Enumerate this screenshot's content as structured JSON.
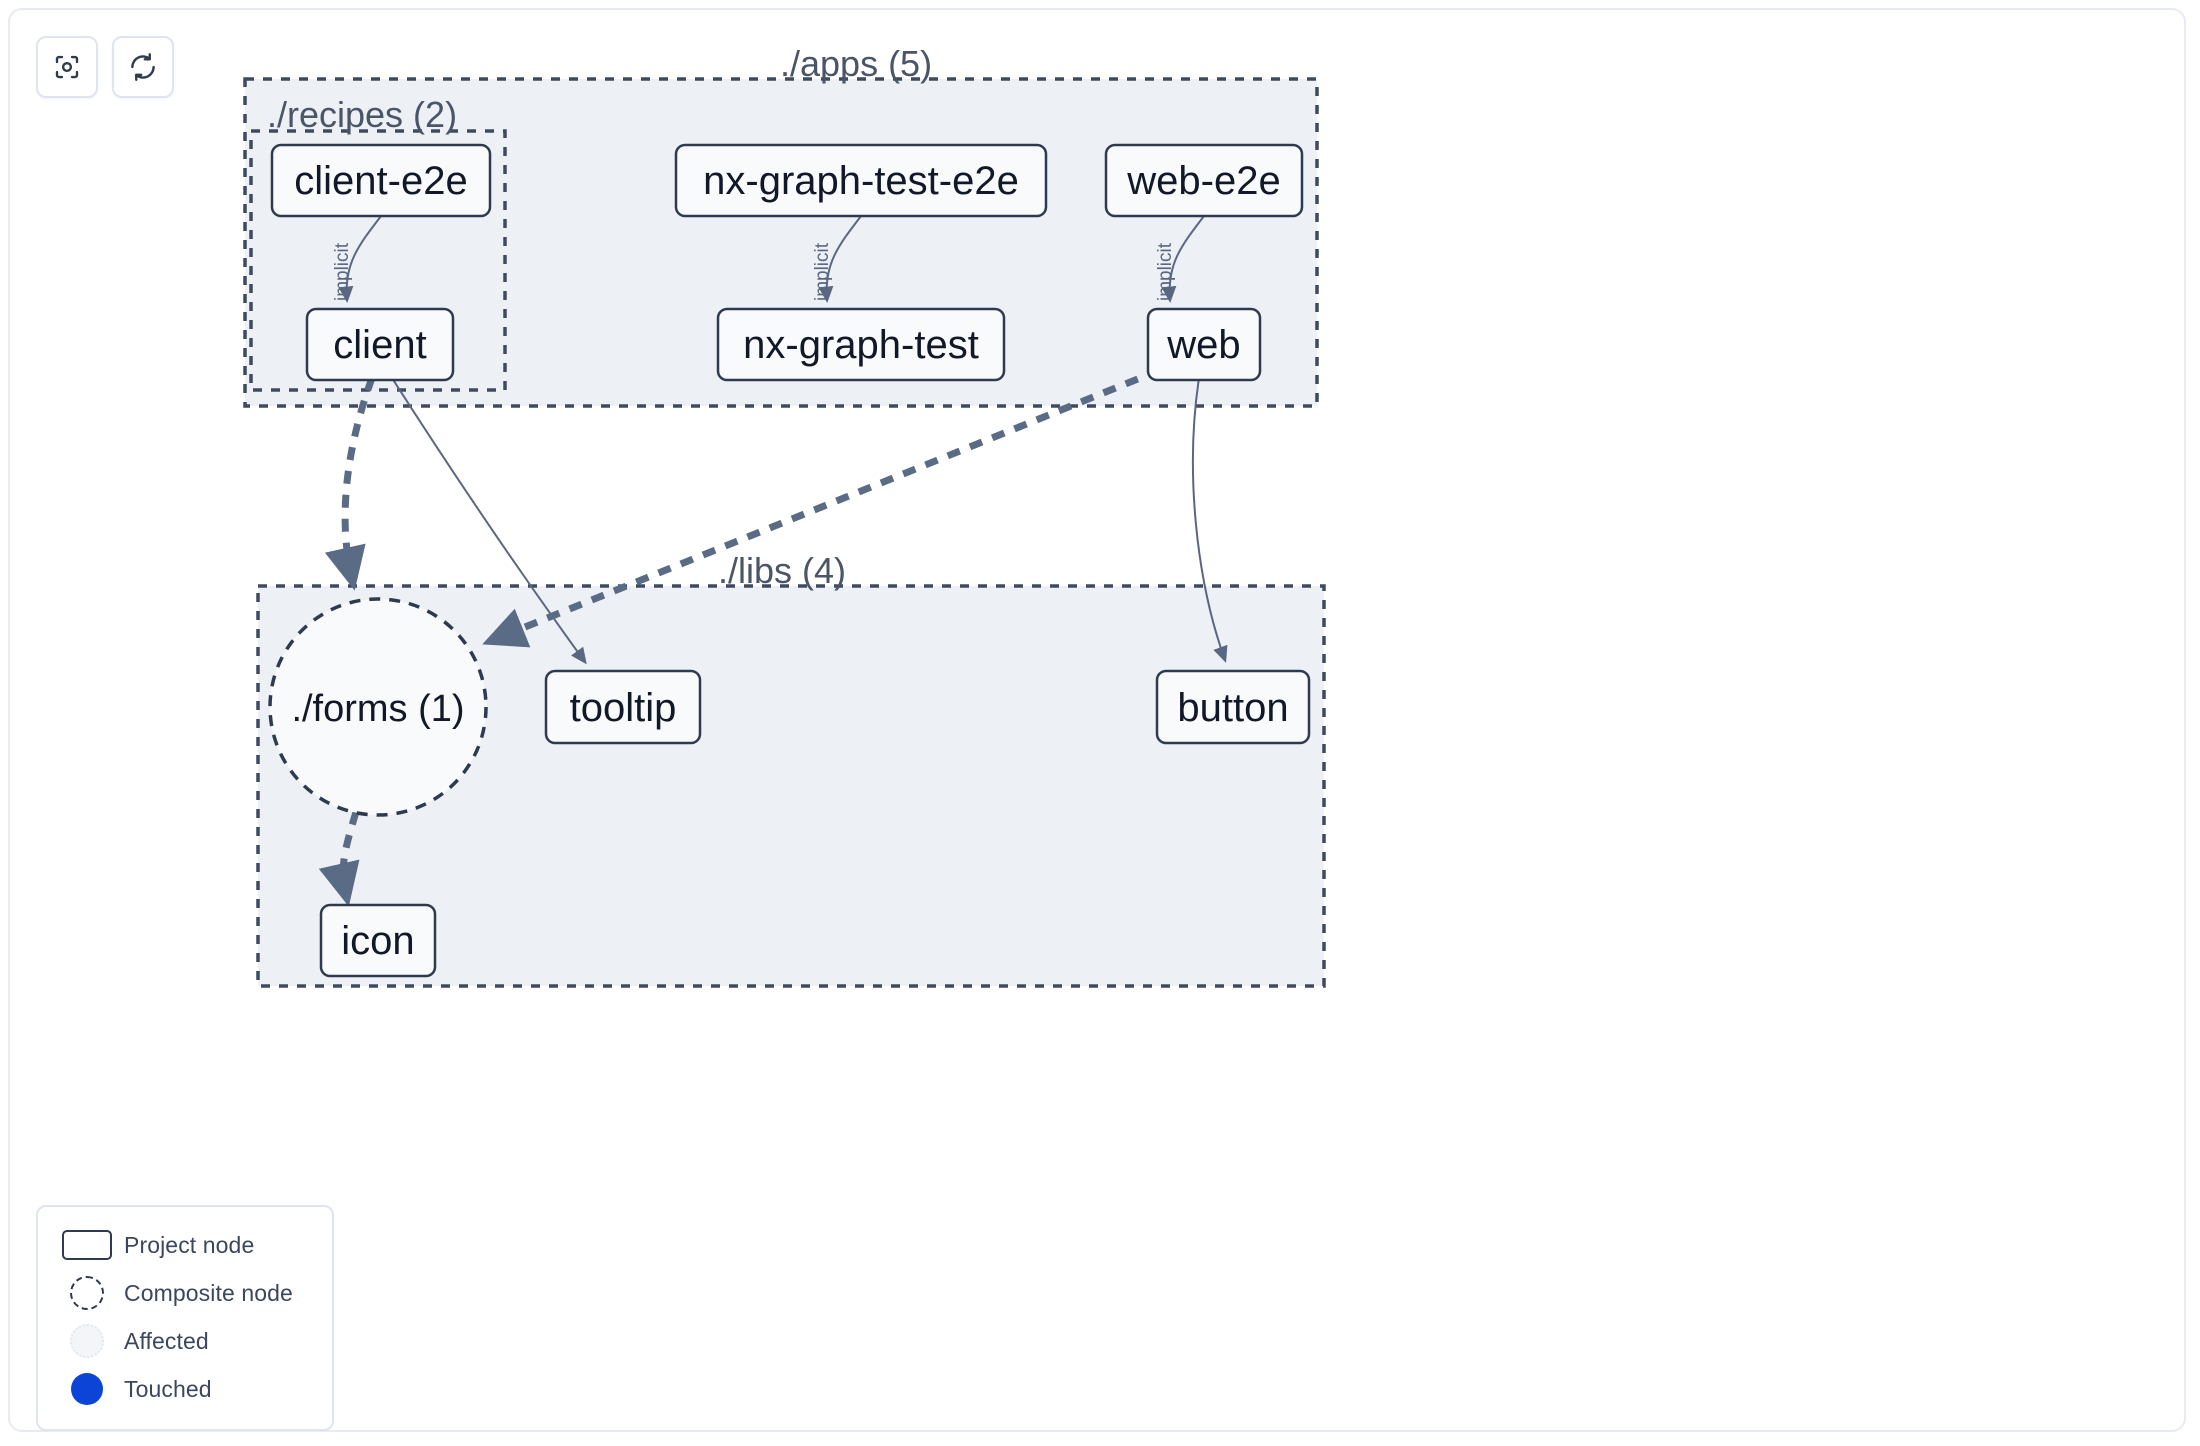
{
  "toolbar": {
    "buttons": [
      {
        "name": "focus-graph-button",
        "icon": "focus-target-icon",
        "label": ""
      },
      {
        "name": "refresh-graph-button",
        "icon": "refresh-icon",
        "label": ""
      }
    ]
  },
  "colors": {
    "group_fill": "#edf0f5",
    "group_border": "#3f4a5e",
    "node_fill": "#f8fafc",
    "node_border": "#2e3a4f",
    "node_text": "#111827",
    "group_label_text": "#4a5568",
    "edge": "#5a6780",
    "edge_dashed": "#5a6b85",
    "touched_blue": "#0b44d6",
    "canvas_bg": "#ffffff"
  },
  "groups": [
    {
      "id": "apps",
      "label": "./apps (5)"
    },
    {
      "id": "recipes",
      "label": "./recipes (2)"
    },
    {
      "id": "libs",
      "label": "./libs (4)"
    }
  ],
  "nodes": [
    {
      "id": "client-e2e",
      "label": "client-e2e",
      "shape": "project"
    },
    {
      "id": "nx-graph-test-e2e",
      "label": "nx-graph-test-e2e",
      "shape": "project"
    },
    {
      "id": "web-e2e",
      "label": "web-e2e",
      "shape": "project"
    },
    {
      "id": "client",
      "label": "client",
      "shape": "project"
    },
    {
      "id": "nx-graph-test",
      "label": "nx-graph-test",
      "shape": "project"
    },
    {
      "id": "web",
      "label": "web",
      "shape": "project"
    },
    {
      "id": "forms",
      "label": "./forms (1)",
      "shape": "composite"
    },
    {
      "id": "tooltip",
      "label": "tooltip",
      "shape": "project"
    },
    {
      "id": "button",
      "label": "button",
      "shape": "project"
    },
    {
      "id": "icon",
      "label": "icon",
      "shape": "project"
    }
  ],
  "edges": [
    {
      "from": "client-e2e",
      "to": "client",
      "label": "implicit",
      "style": "solid"
    },
    {
      "from": "nx-graph-test-e2e",
      "to": "nx-graph-test",
      "label": "implicit",
      "style": "solid"
    },
    {
      "from": "web-e2e",
      "to": "web",
      "label": "implicit",
      "style": "solid"
    },
    {
      "from": "client",
      "to": "forms",
      "label": "",
      "style": "dashed"
    },
    {
      "from": "client",
      "to": "tooltip",
      "label": "",
      "style": "solid"
    },
    {
      "from": "web",
      "to": "forms",
      "label": "",
      "style": "dashed"
    },
    {
      "from": "web",
      "to": "button",
      "label": "",
      "style": "solid"
    },
    {
      "from": "forms",
      "to": "icon",
      "label": "",
      "style": "dashed"
    }
  ],
  "legend": {
    "items": [
      {
        "swatch": "project-node-swatch",
        "label": "Project node"
      },
      {
        "swatch": "composite-node-swatch",
        "label": "Composite node"
      },
      {
        "swatch": "affected-swatch",
        "label": "Affected"
      },
      {
        "swatch": "touched-swatch",
        "label": "Touched"
      }
    ]
  }
}
